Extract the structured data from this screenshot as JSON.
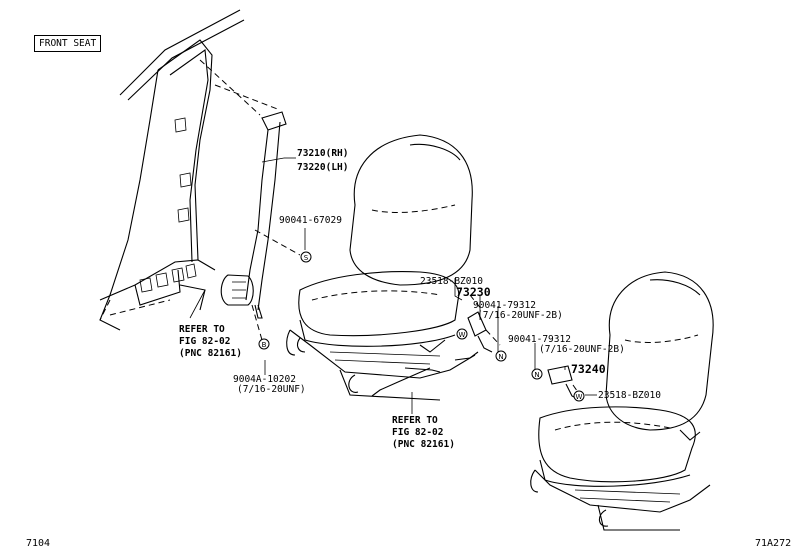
{
  "section_label": "FRONT SEAT",
  "parts": {
    "belt_rh": "73210(RH)",
    "belt_lh": "73220(LH)",
    "screw_upper": "90041-67029",
    "bolt_lower": "9004A-10202",
    "bolt_lower_thread": "(7/16-20UNF)",
    "cover_center": "23518-BZ010",
    "buckle_center": "73230",
    "nut_center": "90041-79312",
    "nut_center_thread": "(7/16-20UNF-2B)",
    "nut_right": "90041-79312",
    "nut_right_thread": "(7/16-20UNF-2B)",
    "buckle_right": "73240",
    "cover_right": "23518-BZ010"
  },
  "refer_left": {
    "line1": "REFER TO",
    "line2": "FIG 82-02",
    "line3": "(PNC 82161)"
  },
  "refer_center": {
    "line1": "REFER TO",
    "line2": "FIG 82-02",
    "line3": "(PNC 82161)"
  },
  "symbols": {
    "s": "S",
    "b": "B",
    "n": "N",
    "w": "W"
  },
  "footer": {
    "left": "7104",
    "right": "71A272"
  }
}
